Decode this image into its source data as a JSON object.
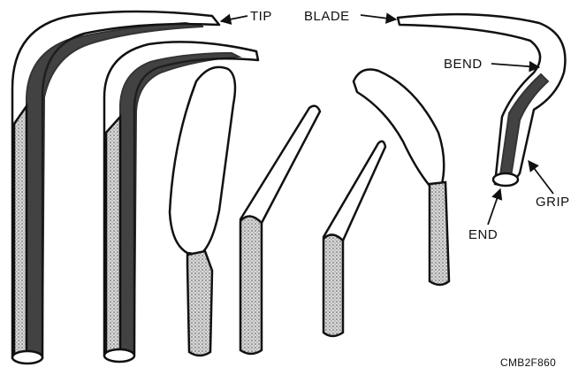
{
  "labels": {
    "tip": "TIP",
    "blade": "BLADE",
    "bend": "BEND",
    "grip": "GRIP",
    "end": "END"
  },
  "figure_code": "CMB2F860"
}
